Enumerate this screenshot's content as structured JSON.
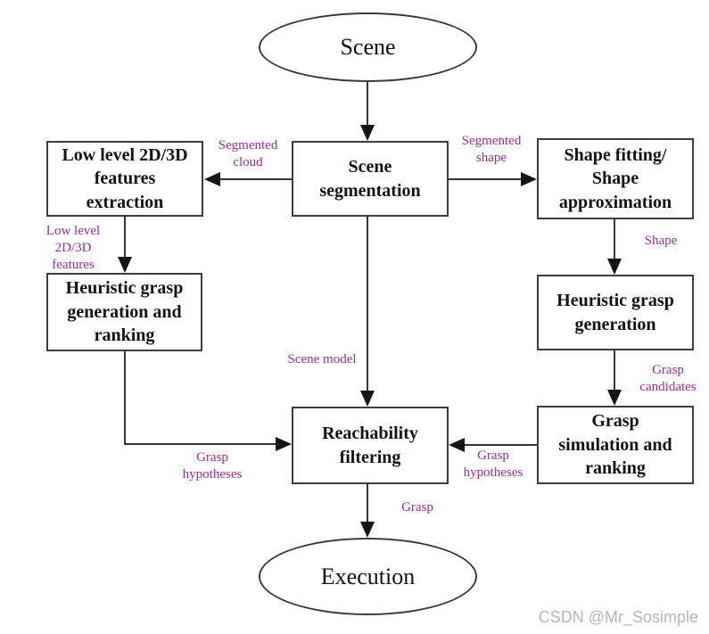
{
  "diagram": {
    "type": "flowchart",
    "nodes": {
      "scene": {
        "label": "Scene",
        "shape": "ellipse"
      },
      "low_level_features_extraction": {
        "label": [
          "Low level 2D/3D",
          "features",
          "extraction"
        ],
        "shape": "rect"
      },
      "scene_segmentation": {
        "label": [
          "Scene",
          "segmentation"
        ],
        "shape": "rect"
      },
      "shape_fitting": {
        "label": [
          "Shape fitting/",
          "Shape",
          "approximation"
        ],
        "shape": "rect"
      },
      "heuristic_grasp_generation_ranking": {
        "label": [
          "Heuristic grasp",
          "generation and",
          "ranking"
        ],
        "shape": "rect"
      },
      "heuristic_grasp_generation": {
        "label": [
          "Heuristic grasp",
          "generation"
        ],
        "shape": "rect"
      },
      "reachability_filtering": {
        "label": [
          "Reachability",
          "filtering"
        ],
        "shape": "rect"
      },
      "grasp_simulation_ranking": {
        "label": [
          "Grasp",
          "simulation and",
          "ranking"
        ],
        "shape": "rect"
      },
      "execution": {
        "label": "Execution",
        "shape": "ellipse"
      }
    },
    "edge_labels": {
      "segmented_cloud": [
        "Segmented",
        "cloud"
      ],
      "segmented_shape": [
        "Segmented",
        "shape"
      ],
      "low_level_2d3d_features": [
        "Low level",
        "2D/3D",
        "features"
      ],
      "shape": "Shape",
      "scene_model": "Scene model",
      "grasp_candidates": [
        "Grasp",
        "candidates"
      ],
      "grasp_hypotheses_left": [
        "Grasp",
        "hypotheses"
      ],
      "grasp_hypotheses_right": [
        "Grasp",
        "hypotheses"
      ],
      "grasp": "Grasp"
    },
    "edges": [
      {
        "from": "scene",
        "to": "scene_segmentation",
        "label": ""
      },
      {
        "from": "scene_segmentation",
        "to": "low_level_features_extraction",
        "label": "Segmented cloud"
      },
      {
        "from": "scene_segmentation",
        "to": "shape_fitting",
        "label": "Segmented shape"
      },
      {
        "from": "low_level_features_extraction",
        "to": "heuristic_grasp_generation_ranking",
        "label": "Low level 2D/3D features"
      },
      {
        "from": "shape_fitting",
        "to": "heuristic_grasp_generation",
        "label": "Shape"
      },
      {
        "from": "scene_segmentation",
        "to": "reachability_filtering",
        "label": "Scene model"
      },
      {
        "from": "heuristic_grasp_generation",
        "to": "grasp_simulation_ranking",
        "label": "Grasp candidates"
      },
      {
        "from": "heuristic_grasp_generation_ranking",
        "to": "reachability_filtering",
        "label": "Grasp hypotheses"
      },
      {
        "from": "grasp_simulation_ranking",
        "to": "reachability_filtering",
        "label": "Grasp hypotheses"
      },
      {
        "from": "reachability_filtering",
        "to": "execution",
        "label": "Grasp"
      }
    ],
    "colors": {
      "edge_label": "#9A2D9A",
      "line": "#151515",
      "box_border": "#3d3d3d",
      "text": "#121212",
      "background": "#ffffff"
    }
  },
  "watermark": {
    "text": "CSDN @Mr_Sosimple",
    "color": "#b5b5b5"
  }
}
